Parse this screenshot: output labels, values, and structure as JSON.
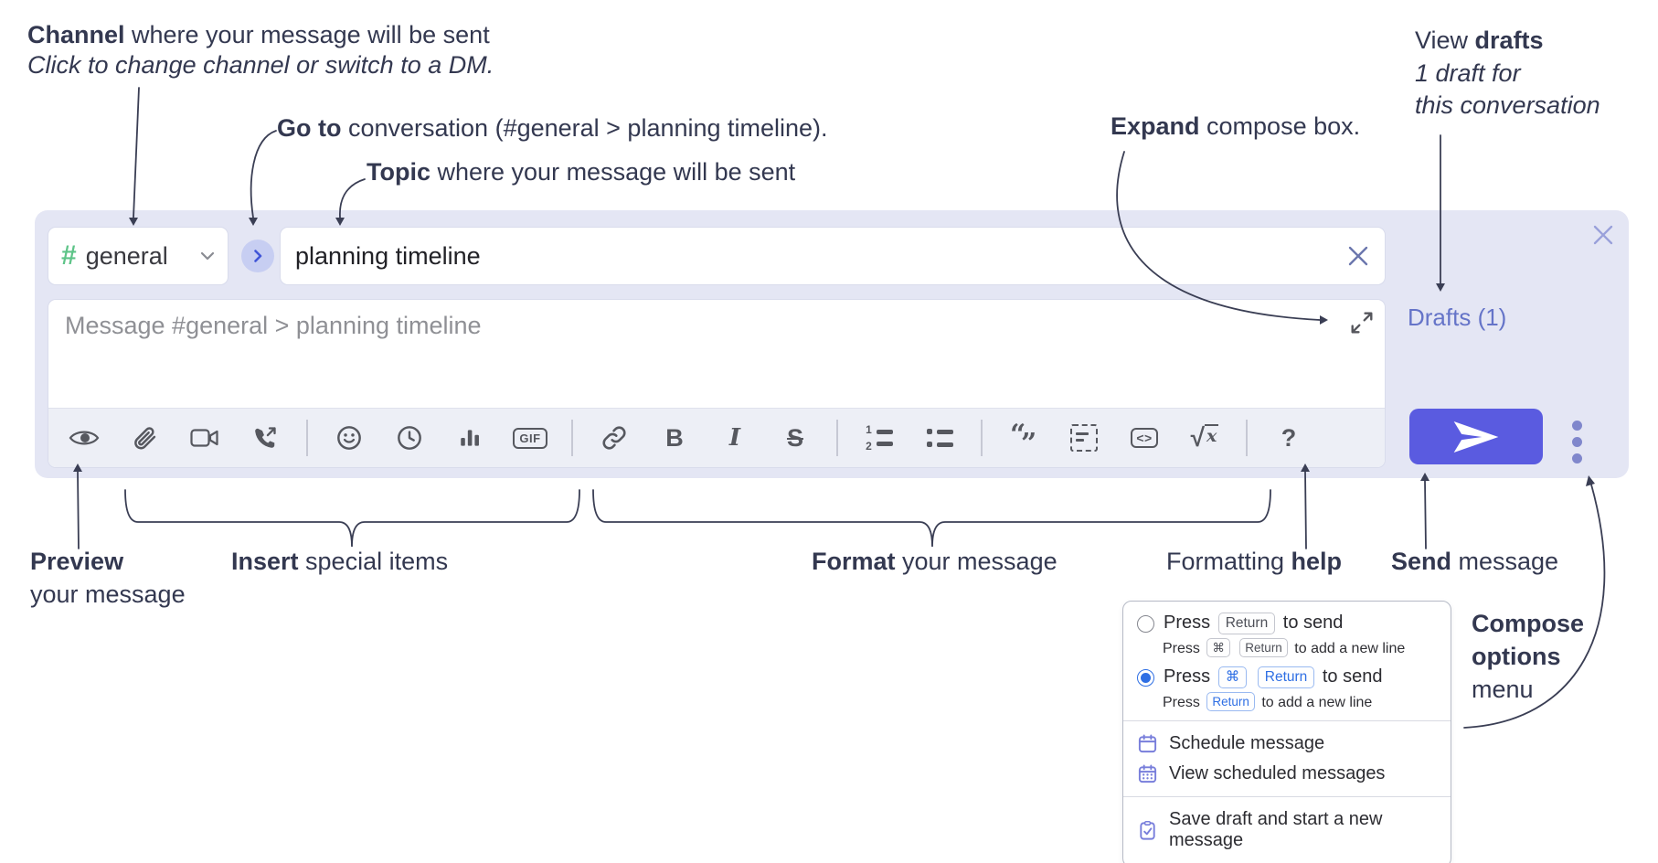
{
  "annotations": {
    "channel_line1": [
      {
        "t": "Channel",
        "s": "b"
      },
      {
        "t": " where your message will be sent",
        "s": ""
      }
    ],
    "channel_line2": [
      {
        "t": "Click to change channel or switch to a DM.",
        "s": "i"
      }
    ],
    "goto": [
      {
        "t": "Go to",
        "s": "b"
      },
      {
        "t": " conversation (#general > planning timeline).",
        "s": ""
      }
    ],
    "topic": [
      {
        "t": "Topic",
        "s": "b"
      },
      {
        "t": " where your message will be sent",
        "s": ""
      }
    ],
    "view_drafts_line1": [
      {
        "t": "View ",
        "s": ""
      },
      {
        "t": "drafts",
        "s": "b"
      }
    ],
    "view_drafts_line2": [
      {
        "t": "1 draft for",
        "s": "i"
      }
    ],
    "view_drafts_line3": [
      {
        "t": "this conversation",
        "s": "i"
      }
    ],
    "expand": [
      {
        "t": "Expand",
        "s": "b"
      },
      {
        "t": " compose box.",
        "s": ""
      }
    ],
    "preview_line1": [
      {
        "t": "Preview",
        "s": "b"
      }
    ],
    "preview_line2": [
      {
        "t": "your message",
        "s": ""
      }
    ],
    "insert": [
      {
        "t": "Insert",
        "s": "b"
      },
      {
        "t": " special items",
        "s": ""
      }
    ],
    "format": [
      {
        "t": "Format",
        "s": "b"
      },
      {
        "t": " your message",
        "s": ""
      }
    ],
    "formatting_help": [
      {
        "t": "Formatting ",
        "s": ""
      },
      {
        "t": "help",
        "s": "b"
      }
    ],
    "send": [
      {
        "t": "Send",
        "s": "b"
      },
      {
        "t": " message",
        "s": ""
      }
    ],
    "compose_options_line1": [
      {
        "t": "Compose",
        "s": "b"
      }
    ],
    "compose_options_line2": [
      {
        "t": "options",
        "s": "b"
      }
    ],
    "compose_options_line3": [
      {
        "t": "menu",
        "s": ""
      }
    ]
  },
  "compose": {
    "channel": {
      "name": "general"
    },
    "topic": {
      "value": "planning timeline"
    },
    "message": {
      "placeholder": "Message #general > planning timeline"
    },
    "drafts_label": "Drafts (1)"
  },
  "toolbar": {
    "gif_label": "GIF",
    "items": [
      "preview",
      "attach-file",
      "video-call",
      "voice-call",
      "divider",
      "emoji",
      "global-time",
      "poll",
      "gif",
      "divider",
      "link",
      "bold",
      "italic",
      "strikethrough",
      "divider",
      "numbered-list",
      "bulleted-list",
      "divider",
      "quote",
      "spoiler",
      "code",
      "math",
      "divider",
      "help"
    ]
  },
  "popup": {
    "options": [
      {
        "selected": false,
        "line": [
          {
            "t": "Press ",
            "s": ""
          },
          {
            "t": "Return",
            "s": "key"
          },
          {
            "t": " to send",
            "s": ""
          }
        ],
        "sub": [
          {
            "t": "Press ",
            "s": ""
          },
          {
            "t": "⌘",
            "s": "key"
          },
          {
            "t": " ",
            "s": ""
          },
          {
            "t": "Return",
            "s": "key"
          },
          {
            "t": " to add a new line",
            "s": ""
          }
        ]
      },
      {
        "selected": true,
        "line": [
          {
            "t": "Press ",
            "s": ""
          },
          {
            "t": "⌘",
            "s": "keyblue"
          },
          {
            "t": " ",
            "s": ""
          },
          {
            "t": "Return",
            "s": "keyblue"
          },
          {
            "t": " to send",
            "s": ""
          }
        ],
        "sub": [
          {
            "t": "Press ",
            "s": ""
          },
          {
            "t": "Return",
            "s": "keyblue"
          },
          {
            "t": " to add a new line",
            "s": ""
          }
        ]
      }
    ],
    "items": [
      {
        "icon": "calendar-icon",
        "label": "Schedule message",
        "divider_before": true
      },
      {
        "icon": "calendar-grid-icon",
        "label": "View scheduled messages",
        "divider_before": false
      },
      {
        "icon": "clipboard-check-icon",
        "label": "Save draft and start a new message",
        "divider_before": true
      }
    ]
  },
  "colors": {
    "compose_bg": "#e4e6f4",
    "send_button": "#5a5be0",
    "drafts_link": "#6574c8",
    "hash_green": "#5ec488",
    "annotation_ink": "#333850",
    "icon_gray": "#56585f",
    "radio_blue": "#2f6fe4",
    "menu_icon_purple": "#787edb",
    "go_button_bg": "#c7cef2",
    "go_button_chevron": "#4156d8"
  }
}
